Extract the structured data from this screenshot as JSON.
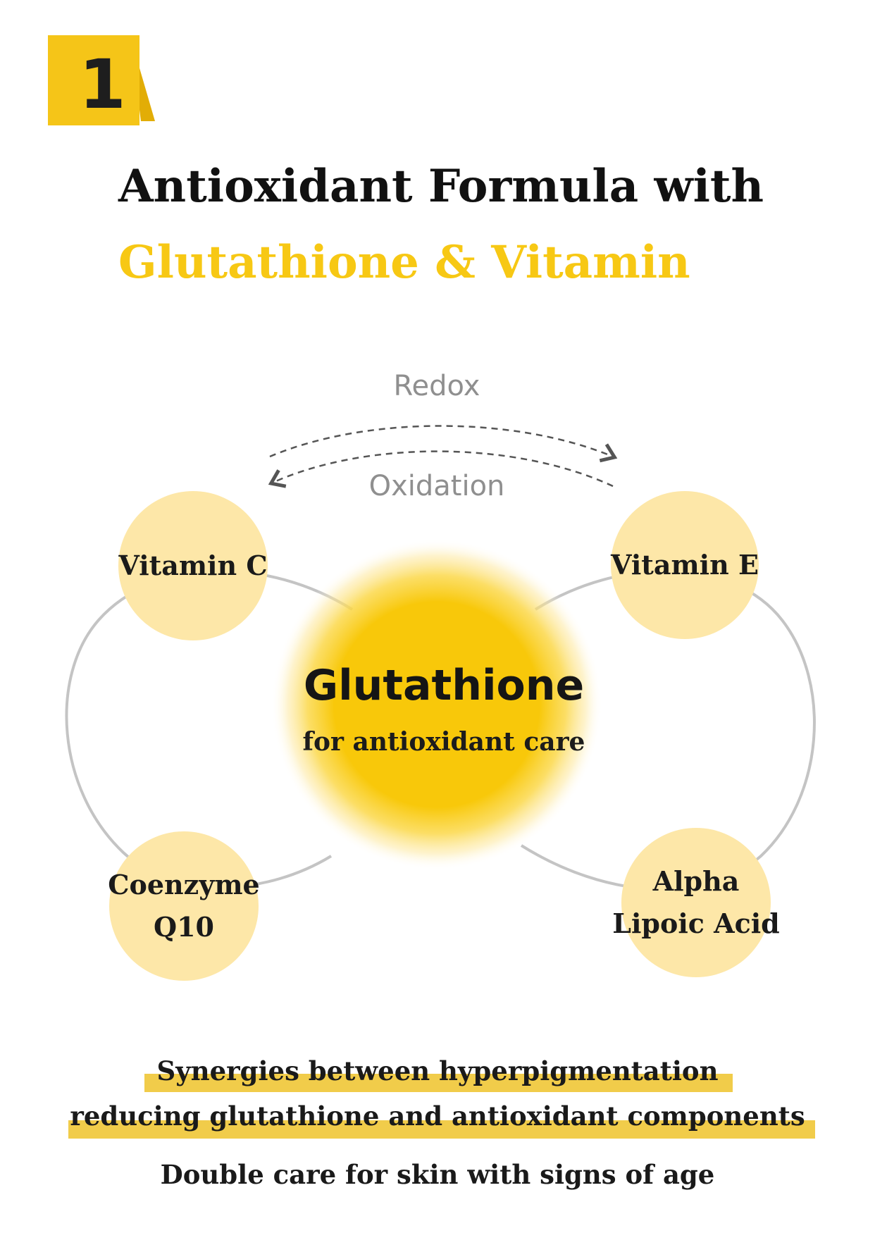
{
  "badge": {
    "number": "1",
    "color": "#f5c518"
  },
  "title": {
    "line1": "Antioxidant Formula with",
    "line2": "Glutathione & Vitamin",
    "accent_color": "#f7c814"
  },
  "diagram": {
    "top_arrow_label": "Redox",
    "bottom_arrow_label": "Oxidation",
    "center": {
      "title": "Glutathione",
      "subtitle": "for antioxidant care"
    },
    "nodes": {
      "top_left": "Vitamin C",
      "top_right": "Vitamin E",
      "bottom_left": [
        "Coenzyme",
        "Q10"
      ],
      "bottom_right": [
        "Alpha",
        "Lipoic Acid"
      ]
    },
    "node_color": "#fde7a8",
    "center_color": "#f8c80a"
  },
  "footer": {
    "highlight_line1": "Synergies between hyperpigmentation",
    "highlight_line2": "reducing glutathione and antioxidant components",
    "tagline": "Double care for skin with signs of age",
    "highlight_color": "#f1cc4a"
  }
}
